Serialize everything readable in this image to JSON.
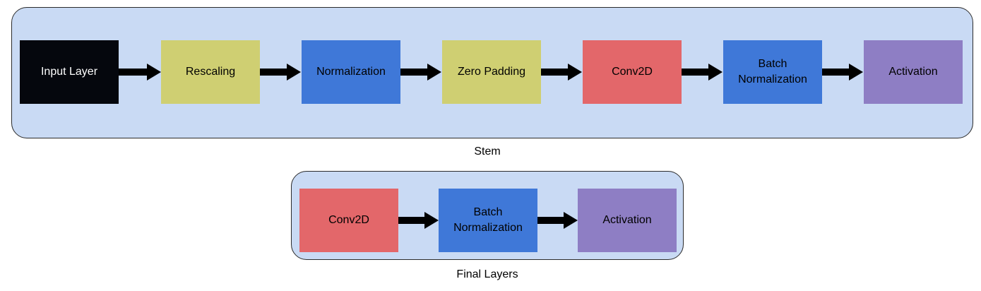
{
  "stem": {
    "label": "Stem",
    "nodes": [
      {
        "label": "Input Layer",
        "color": "#05070d",
        "text_color": "#ffffff"
      },
      {
        "label": "Rescaling",
        "color": "#cfcf72",
        "text_color": "#000000"
      },
      {
        "label": "Normalization",
        "color": "#3f78d8",
        "text_color": "#000000"
      },
      {
        "label": "Zero Padding",
        "color": "#cfcf72",
        "text_color": "#000000"
      },
      {
        "label": "Conv2D",
        "color": "#e3676a",
        "text_color": "#000000"
      },
      {
        "label": "Batch\nNormalization",
        "color": "#3f78d8",
        "text_color": "#000000"
      },
      {
        "label": "Activation",
        "color": "#8e7ec4",
        "text_color": "#000000"
      }
    ]
  },
  "final": {
    "label": "Final Layers",
    "nodes": [
      {
        "label": "Conv2D",
        "color": "#e3676a",
        "text_color": "#000000"
      },
      {
        "label": "Batch\nNormalization",
        "color": "#3f78d8",
        "text_color": "#000000"
      },
      {
        "label": "Activation",
        "color": "#8e7ec4",
        "text_color": "#000000"
      }
    ]
  }
}
